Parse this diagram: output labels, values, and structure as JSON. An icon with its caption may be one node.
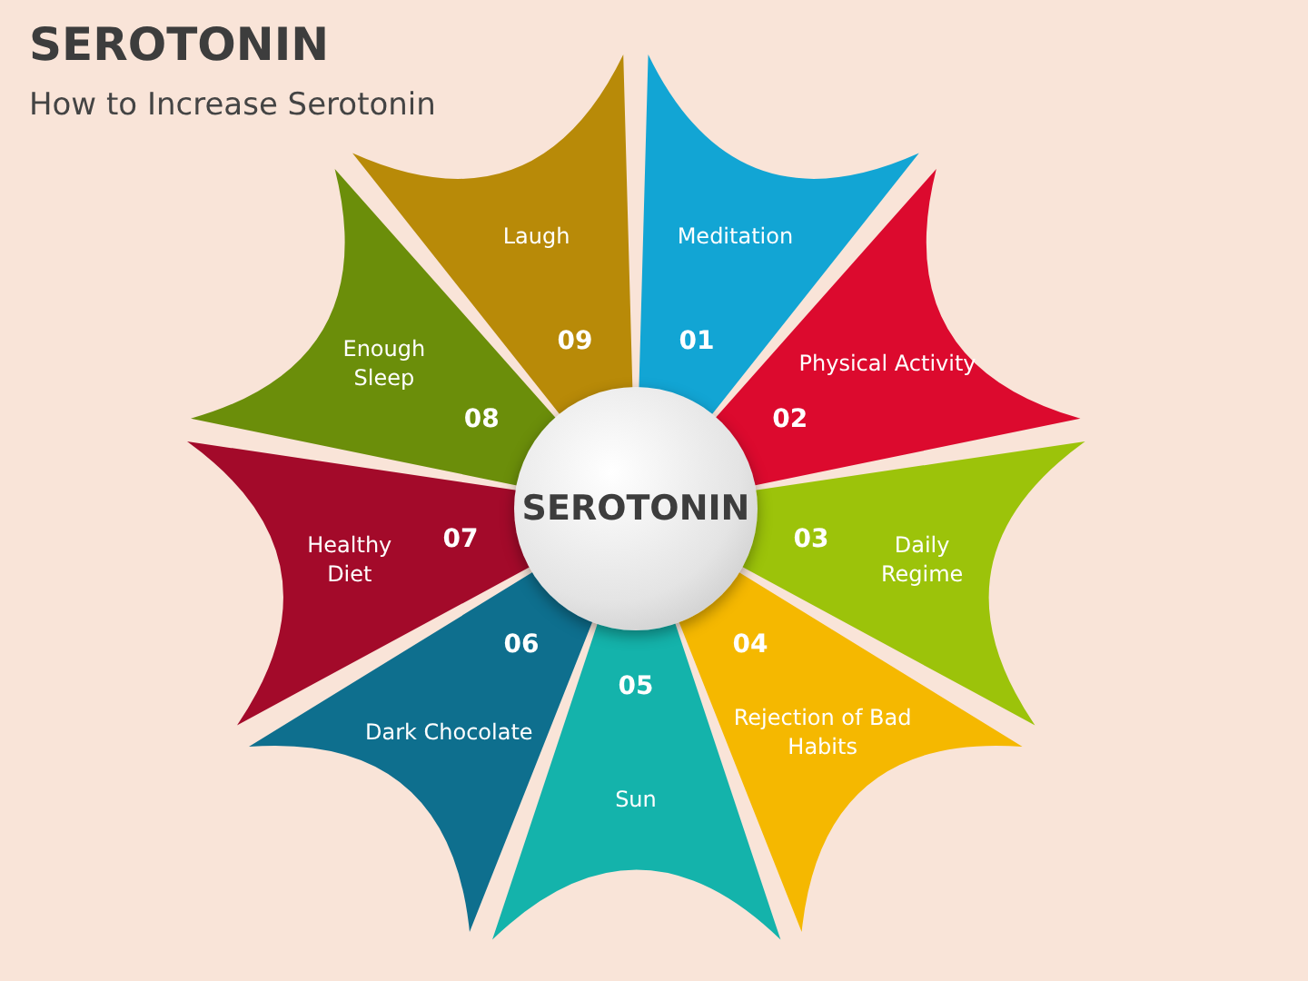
{
  "diagram": {
    "title": "SEROTONIN",
    "caption": "How to Increase Serotonin",
    "nodes": [
      {
        "text": [
          "SEROTONIN"
        ]
      },
      {
        "text": [
          "Meditation",
          "01"
        ]
      },
      {
        "text": [
          "Physical Activity",
          "02"
        ]
      },
      {
        "text": [
          "03",
          "Daily Regime"
        ]
      },
      {
        "text": [
          "04",
          "Rejection of Bad Habits"
        ]
      },
      {
        "text": [
          "05",
          "Sun"
        ]
      },
      {
        "text": [
          "06",
          "Dark Chocolate"
        ]
      },
      {
        "text": [
          "Healthy Diet",
          "07"
        ]
      },
      {
        "text": [
          "Enough Sleep",
          "08"
        ]
      },
      {
        "text": [
          "Laugh",
          "09"
        ]
      }
    ]
  }
}
